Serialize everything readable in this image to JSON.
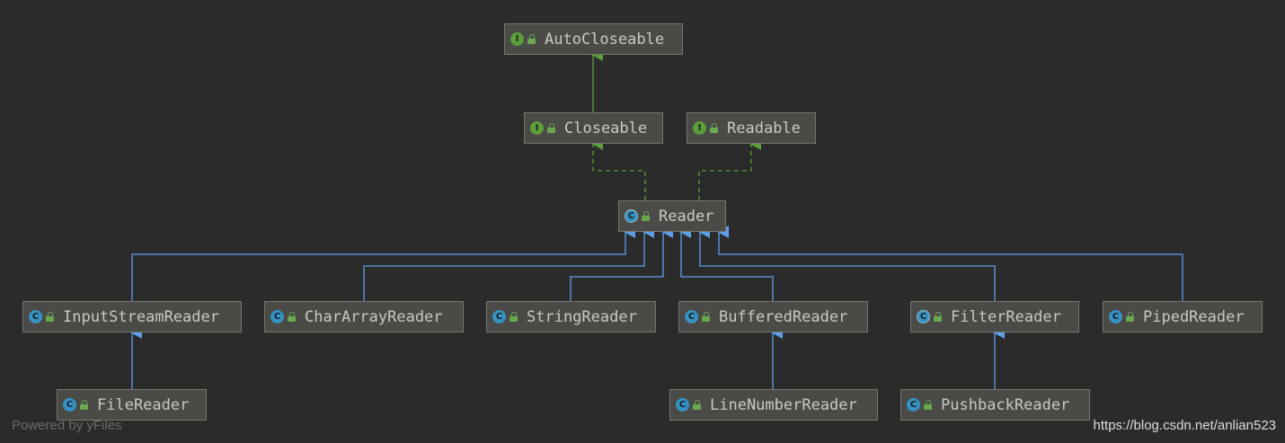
{
  "diagram": {
    "nodes": [
      {
        "id": "autocloseable",
        "label": "AutoCloseable",
        "kind": "interface"
      },
      {
        "id": "closeable",
        "label": "Closeable",
        "kind": "interface"
      },
      {
        "id": "readable",
        "label": "Readable",
        "kind": "interface"
      },
      {
        "id": "reader",
        "label": "Reader",
        "kind": "abstract-class"
      },
      {
        "id": "inputstreamreader",
        "label": "InputStreamReader",
        "kind": "class"
      },
      {
        "id": "chararrayreader",
        "label": "CharArrayReader",
        "kind": "class"
      },
      {
        "id": "stringreader",
        "label": "StringReader",
        "kind": "class"
      },
      {
        "id": "bufferedreader",
        "label": "BufferedReader",
        "kind": "class"
      },
      {
        "id": "filterreader",
        "label": "FilterReader",
        "kind": "abstract-class"
      },
      {
        "id": "pipedreader",
        "label": "PipedReader",
        "kind": "class"
      },
      {
        "id": "filereader",
        "label": "FileReader",
        "kind": "class"
      },
      {
        "id": "linenumberreader",
        "label": "LineNumberReader",
        "kind": "class"
      },
      {
        "id": "pushbackreader",
        "label": "PushbackReader",
        "kind": "class"
      }
    ],
    "edges": [
      {
        "from": "closeable",
        "to": "autocloseable",
        "type": "extends"
      },
      {
        "from": "reader",
        "to": "closeable",
        "type": "implements"
      },
      {
        "from": "reader",
        "to": "readable",
        "type": "implements"
      },
      {
        "from": "inputstreamreader",
        "to": "reader",
        "type": "extends"
      },
      {
        "from": "chararrayreader",
        "to": "reader",
        "type": "extends"
      },
      {
        "from": "stringreader",
        "to": "reader",
        "type": "extends"
      },
      {
        "from": "bufferedreader",
        "to": "reader",
        "type": "extends"
      },
      {
        "from": "filterreader",
        "to": "reader",
        "type": "extends"
      },
      {
        "from": "pipedreader",
        "to": "reader",
        "type": "extends"
      },
      {
        "from": "filereader",
        "to": "inputstreamreader",
        "type": "extends"
      },
      {
        "from": "linenumberreader",
        "to": "bufferedreader",
        "type": "extends"
      },
      {
        "from": "pushbackreader",
        "to": "filterreader",
        "type": "extends"
      }
    ],
    "colors": {
      "background": "#2b2b2b",
      "node_fill": "#4a4a47",
      "node_border": "#76766f",
      "node_text": "#c9c9c4",
      "interface_icon": "#5b9e3a",
      "class_icon": "#3592c4",
      "extends_class_arrow": "#5c9ee8",
      "interface_arrow": "#5b9e3a"
    },
    "icons": {
      "interface": "interface-icon",
      "class": "class-icon",
      "abstract-class": "abstract-class-icon",
      "visibility": "lock-icon"
    }
  },
  "footer": {
    "left": "Powered by yFiles",
    "right": "https://blog.csdn.net/anlian523"
  }
}
